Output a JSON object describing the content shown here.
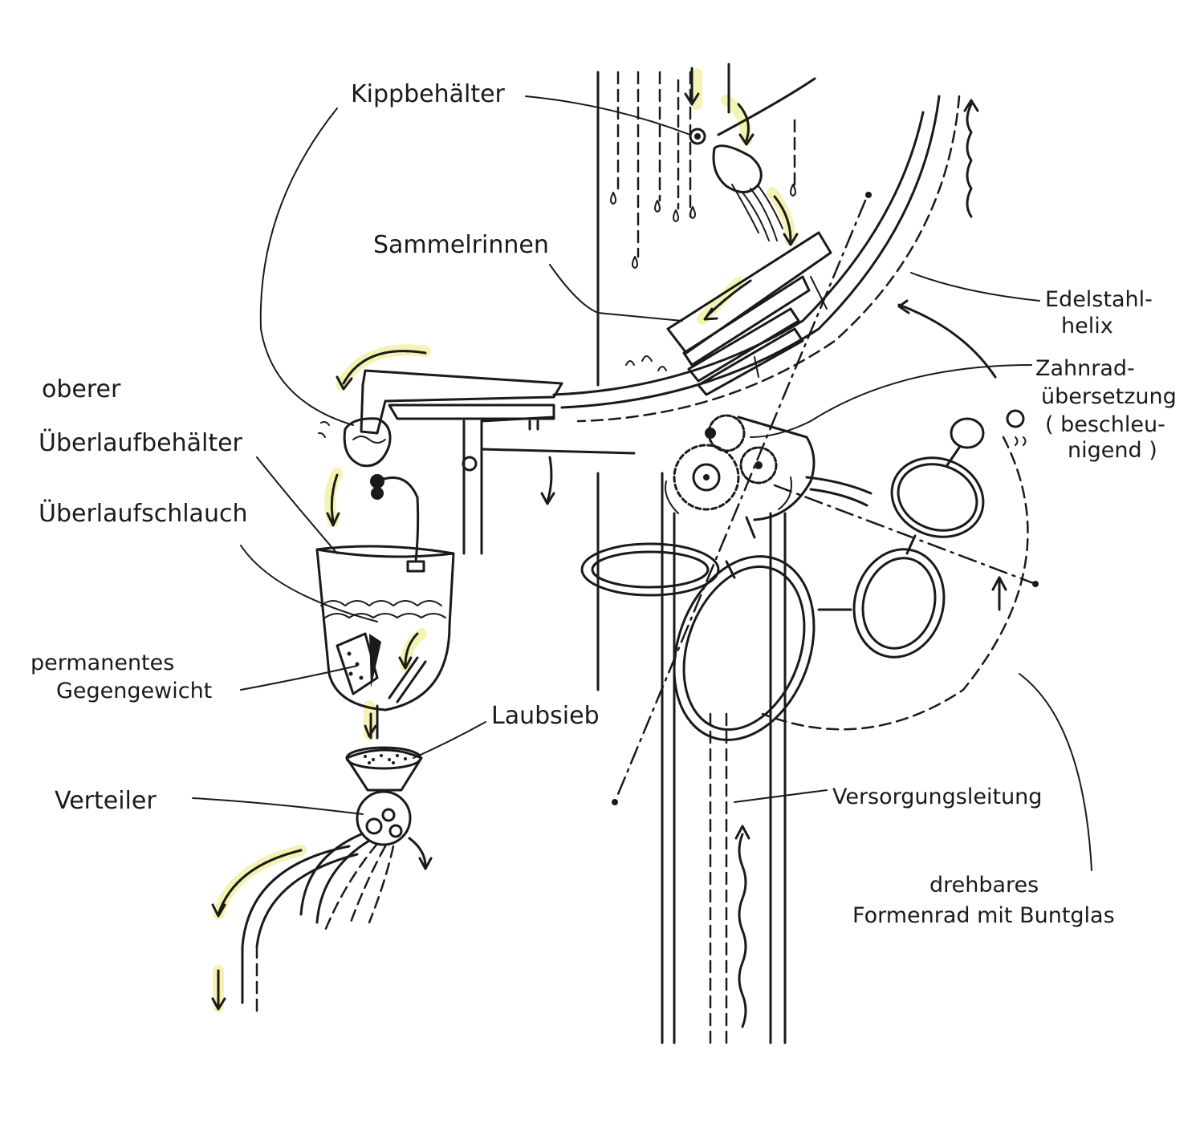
{
  "colors": {
    "ink": "#1a1a1a",
    "highlight": "#f2ef9a",
    "glass": "#7f8ed6",
    "paper": "#ffffff"
  },
  "labels": {
    "kippbehaelter": "Kippbehälter",
    "sammelrinnen": "Sammelrinnen",
    "edelstahl_1": "Edelstahl-",
    "edelstahl_2": "helix",
    "zahnrad_1": "Zahnrad-",
    "zahnrad_2": "übersetzung",
    "zahnrad_3": "( beschleu-",
    "zahnrad_4": "nigend )",
    "oberer_1": "oberer",
    "oberer_2": "Überlaufbehälter",
    "ueberlaufschlauch": "Überlaufschlauch",
    "gegengewicht_1": "permanentes",
    "gegengewicht_2": "Gegengewicht",
    "laubsieb": "Laubsieb",
    "verteiler": "Verteiler",
    "versorgungsleitung": "Versorgungsleitung",
    "formenrad_1": "drehbares",
    "formenrad_2": "Formenrad mit Buntglas"
  },
  "icons": {
    "gear_large": "gear-icon",
    "gear_small": "gear-icon",
    "tipping_bucket": "bucket-icon",
    "sieve": "funnel-icon",
    "distributor": "distributor-icon"
  }
}
